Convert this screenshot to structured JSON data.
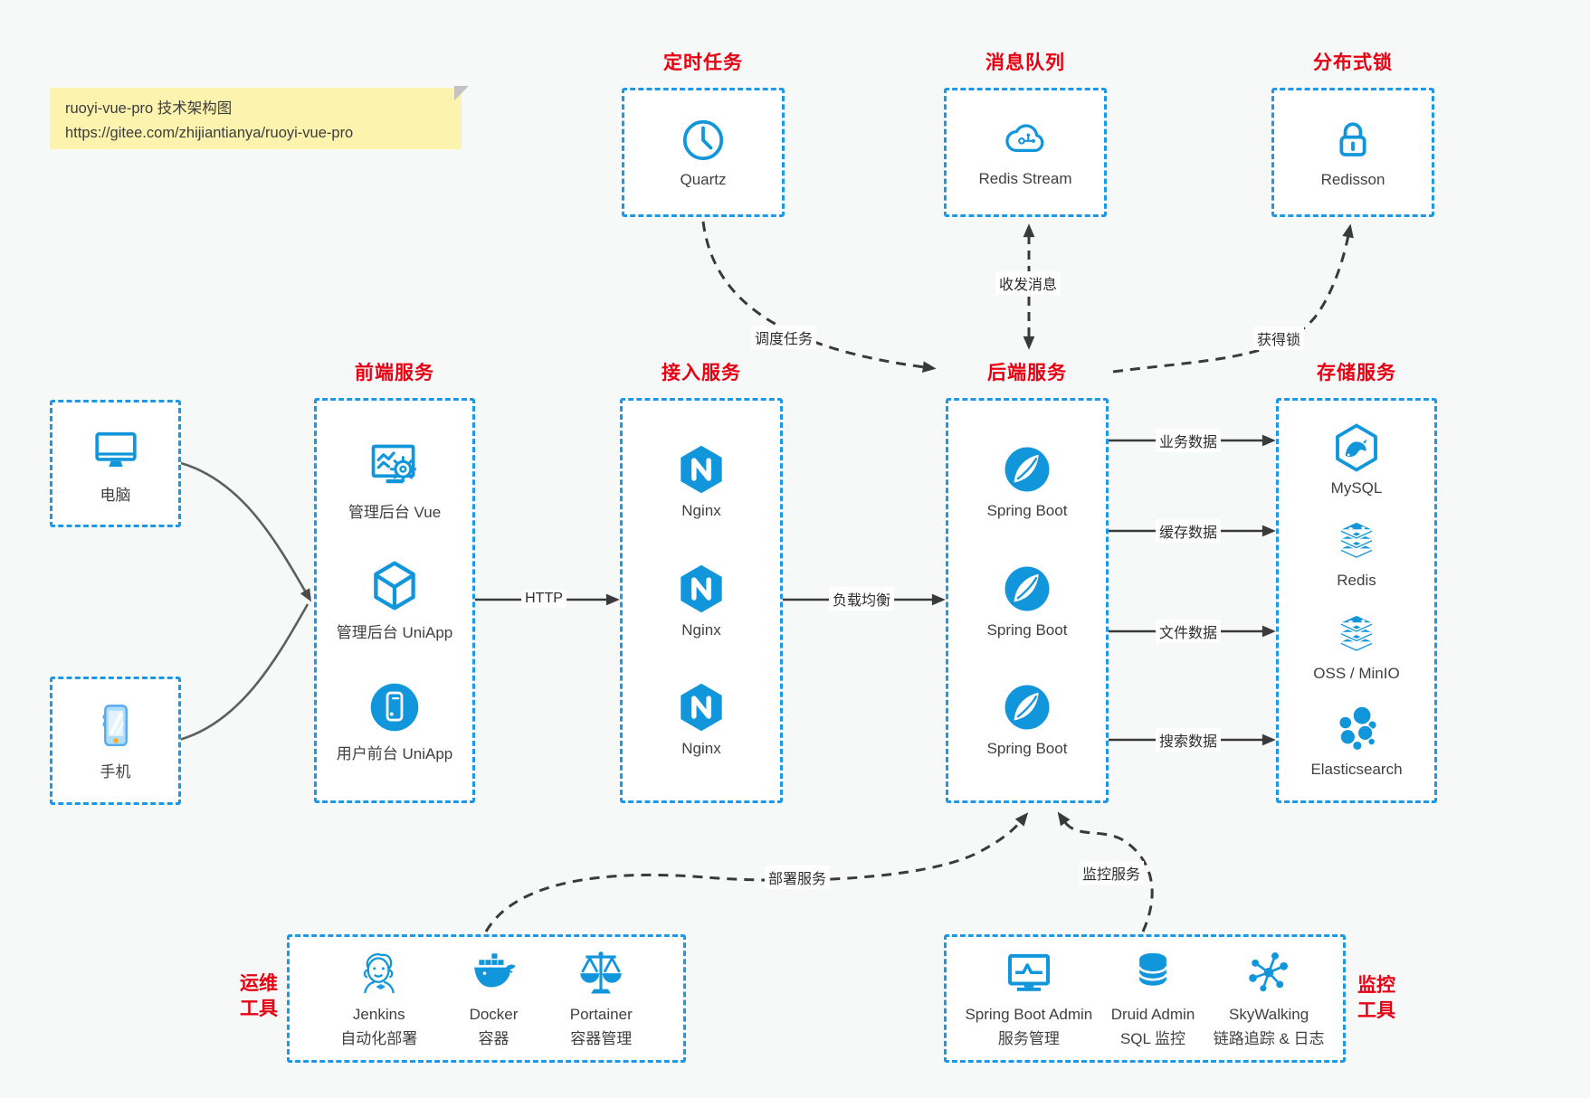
{
  "note": {
    "line1": "ruoyi-vue-pro 技术架构图",
    "line2": "https://gitee.com/zhijiantianya/ruoyi-vue-pro"
  },
  "colors": {
    "accent_blue": "#1296db",
    "border_blue": "#1b98e8",
    "title_red": "#e60012",
    "arrow_dark": "#3a3a3a",
    "note_bg": "#fbf3ae"
  },
  "top_groups": [
    {
      "title": "定时任务",
      "item": {
        "icon": "clock-icon",
        "label": "Quartz"
      }
    },
    {
      "title": "消息队列",
      "item": {
        "icon": "cloud-message-icon",
        "label": "Redis Stream"
      }
    },
    {
      "title": "分布式锁",
      "item": {
        "icon": "lock-icon",
        "label": "Redisson"
      }
    }
  ],
  "clients": [
    {
      "icon": "desktop-icon",
      "label": "电脑"
    },
    {
      "icon": "smartphone-icon",
      "label": "手机"
    }
  ],
  "middle_groups": {
    "frontend": {
      "title": "前端服务",
      "items": [
        {
          "icon": "admin-vue-icon",
          "label": "管理后台 Vue"
        },
        {
          "icon": "uniapp-cube-icon",
          "label": "管理后台 UniApp"
        },
        {
          "icon": "mobile-app-icon",
          "label": "用户前台 UniApp"
        }
      ]
    },
    "gateway": {
      "title": "接入服务",
      "items": [
        {
          "icon": "nginx-icon",
          "label": "Nginx"
        },
        {
          "icon": "nginx-icon",
          "label": "Nginx"
        },
        {
          "icon": "nginx-icon",
          "label": "Nginx"
        }
      ]
    },
    "backend": {
      "title": "后端服务",
      "items": [
        {
          "icon": "spring-boot-icon",
          "label": "Spring Boot"
        },
        {
          "icon": "spring-boot-icon",
          "label": "Spring Boot"
        },
        {
          "icon": "spring-boot-icon",
          "label": "Spring Boot"
        }
      ]
    },
    "storage": {
      "title": "存储服务",
      "items": [
        {
          "icon": "mysql-icon",
          "label": "MySQL"
        },
        {
          "icon": "redis-icon",
          "label": "Redis"
        },
        {
          "icon": "oss-icon",
          "label": "OSS / MinIO"
        },
        {
          "icon": "elasticsearch-icon",
          "label": "Elasticsearch"
        }
      ]
    }
  },
  "bottom_groups": {
    "ops": {
      "title_line1": "运维",
      "title_line2": "工具",
      "items": [
        {
          "icon": "jenkins-icon",
          "name": "Jenkins",
          "desc": "自动化部署"
        },
        {
          "icon": "docker-icon",
          "name": "Docker",
          "desc": "容器"
        },
        {
          "icon": "portainer-icon",
          "name": "Portainer",
          "desc": "容器管理"
        }
      ]
    },
    "monitoring": {
      "title_line1": "监控",
      "title_line2": "工具",
      "items": [
        {
          "icon": "spring-boot-admin-icon",
          "name": "Spring Boot Admin",
          "desc": "服务管理"
        },
        {
          "icon": "druid-icon",
          "name": "Druid Admin",
          "desc": "SQL 监控"
        },
        {
          "icon": "skywalking-icon",
          "name": "SkyWalking",
          "desc": "链路追踪 & 日志"
        }
      ]
    }
  },
  "edge_labels": {
    "http": "HTTP",
    "load_balance": "负载均衡",
    "schedule": "调度任务",
    "message": "收发消息",
    "acquire_lock": "获得锁",
    "business_data": "业务数据",
    "cache_data": "缓存数据",
    "file_data": "文件数据",
    "search_data": "搜索数据",
    "deploy": "部署服务",
    "monitor": "监控服务"
  }
}
